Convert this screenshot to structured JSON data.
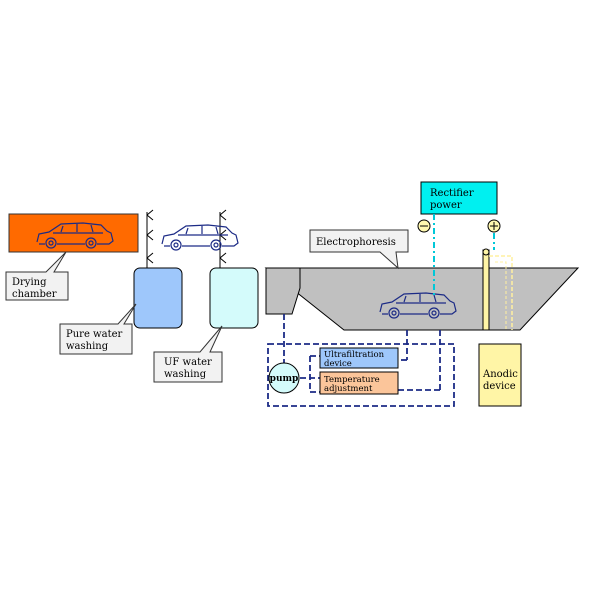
{
  "labels": {
    "drying_chamber": [
      "Drying",
      "chamber"
    ],
    "pure_water_washing": [
      "Pure water",
      "washing"
    ],
    "uf_water_washing": [
      "UF water",
      "washing"
    ],
    "electrophoresis": "Electrophoresis",
    "rectifier_power": [
      "Rectifier",
      "power"
    ],
    "pump": "pump",
    "ultrafiltration_device": [
      "Ultrafiltration",
      "device"
    ],
    "temperature_adjustment": [
      "Temperature",
      "adjustment"
    ],
    "anodic_device": [
      "Anodic",
      "device"
    ],
    "minus_symbol": "⊖",
    "plus_symbol": "⊕"
  },
  "colors": {
    "drying_chamber": "#ff6a00",
    "pure_water_tank": "#9ec7fb",
    "uf_water_tank": "#d4fbfb",
    "tank_body": "#c0c0c0",
    "rectifier": "#00f0f0",
    "anodic": "#fff5a6",
    "ultrafiltration": "#9ec7fb",
    "temperature": "#fbc59a",
    "pump": "#d4fbfb",
    "car_outline": "#1c2b86",
    "pipe": "#1c2b86",
    "cable": "#00c8d8"
  }
}
